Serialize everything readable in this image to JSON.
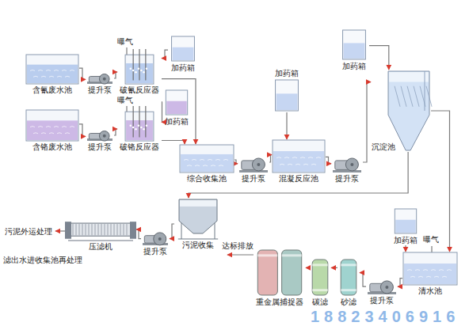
{
  "diagram": {
    "nodes": [
      {
        "text": [
          "含氰废水池"
        ]
      },
      {
        "text": [
          "提升泵"
        ]
      },
      {
        "text": [
          "破氰反应器"
        ]
      },
      {
        "text": [
          "加药箱"
        ]
      },
      {
        "text": [
          "含铬废水池"
        ]
      },
      {
        "text": [
          "提升泵"
        ]
      },
      {
        "text": [
          "破铬反应器"
        ]
      },
      {
        "text": [
          "加药箱"
        ]
      },
      {
        "text": [
          "综合收集池"
        ]
      },
      {
        "text": [
          "提升泵"
        ]
      },
      {
        "text": [
          "加药箱"
        ]
      },
      {
        "text": [
          "混凝反应池"
        ]
      },
      {
        "text": [
          "提升泵"
        ]
      },
      {
        "text": [
          "加药箱"
        ]
      },
      {
        "text": [
          "沉淀池"
        ]
      },
      {
        "text": [
          "加药箱"
        ]
      },
      {
        "text": [
          "清水池"
        ]
      },
      {
        "text": [
          "提升泵"
        ]
      },
      {
        "text": [
          "砂滤"
        ]
      },
      {
        "text": [
          "碳滤"
        ]
      },
      {
        "text": [
          "重金属捕捉器"
        ]
      },
      {
        "text": [
          "污泥收集"
        ]
      },
      {
        "text": [
          "提升泵"
        ]
      },
      {
        "text": [
          "压滤机"
        ]
      }
    ],
    "edges": [
      {
        "from": 0,
        "to": 1,
        "arrow": "to"
      },
      {
        "from": 1,
        "to": 2,
        "arrow": "to"
      },
      {
        "from": 3,
        "to": 2,
        "arrow": "to"
      },
      {
        "from": 2,
        "to": 8,
        "arrow": "to"
      },
      {
        "from": 4,
        "to": 5,
        "arrow": "to"
      },
      {
        "from": 5,
        "to": 6,
        "arrow": "to"
      },
      {
        "from": 7,
        "to": 6,
        "arrow": "to"
      },
      {
        "from": 6,
        "to": 8,
        "arrow": "to"
      },
      {
        "from": 8,
        "to": 9,
        "arrow": "to"
      },
      {
        "from": 9,
        "to": 11,
        "arrow": "to"
      },
      {
        "from": 10,
        "to": 11,
        "arrow": "to"
      },
      {
        "from": 11,
        "to": 12,
        "arrow": "to"
      },
      {
        "from": 12,
        "to": 14,
        "arrow": "to"
      },
      {
        "from": 13,
        "to": 14,
        "arrow": "to"
      },
      {
        "from": 14,
        "to": 16,
        "arrow": "to"
      },
      {
        "from": 14,
        "to": 21,
        "arrow": "to"
      },
      {
        "from": 15,
        "to": 16,
        "arrow": "to"
      },
      {
        "from": 16,
        "to": 17,
        "arrow": "to"
      },
      {
        "from": 17,
        "to": 18,
        "arrow": "to"
      },
      {
        "from": 18,
        "to": 19,
        "arrow": "to"
      },
      {
        "from": 19,
        "to": 20,
        "arrow": "to"
      },
      {
        "from": 21,
        "to": 22,
        "arrow": "to"
      },
      {
        "from": 22,
        "to": 23,
        "arrow": "to"
      }
    ],
    "labels": [
      "曝气",
      "曝气",
      "曝气",
      "达标排放",
      "污泥外运处理",
      "滤出水进收集池再处理",
      "18823406916"
    ]
  }
}
